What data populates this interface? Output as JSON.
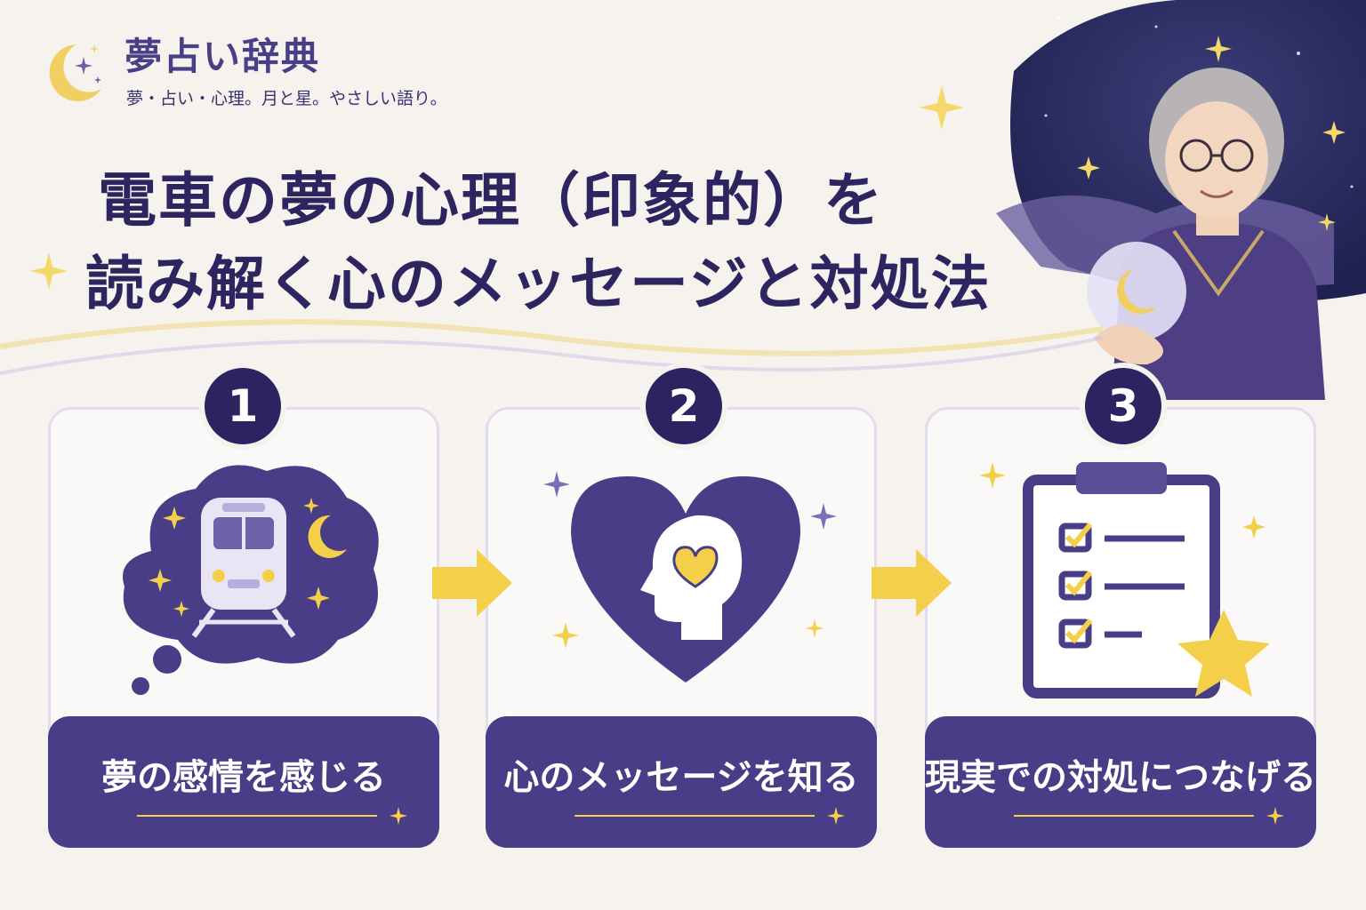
{
  "brand": {
    "site_title": "夢占い辞典",
    "tagline": "夢・占い・心理。月と星。やさしい語り。"
  },
  "headline": {
    "line1": "電車の夢の心理（印象的）を",
    "line2": "読み解く心のメッセージと対処法"
  },
  "steps": [
    {
      "number": "1",
      "label": "夢の感情を感じる",
      "icon": "train-dream-cloud-icon"
    },
    {
      "number": "2",
      "label": "心のメッセージを知る",
      "icon": "heart-head-icon"
    },
    {
      "number": "3",
      "label": "現実での対処につなげる",
      "icon": "checklist-clipboard-icon"
    }
  ],
  "colors": {
    "background": "#f6f2ee",
    "primary_purple": "#4a3d87",
    "dark_navy": "#2b2460",
    "accent_yellow": "#f4d04a"
  }
}
